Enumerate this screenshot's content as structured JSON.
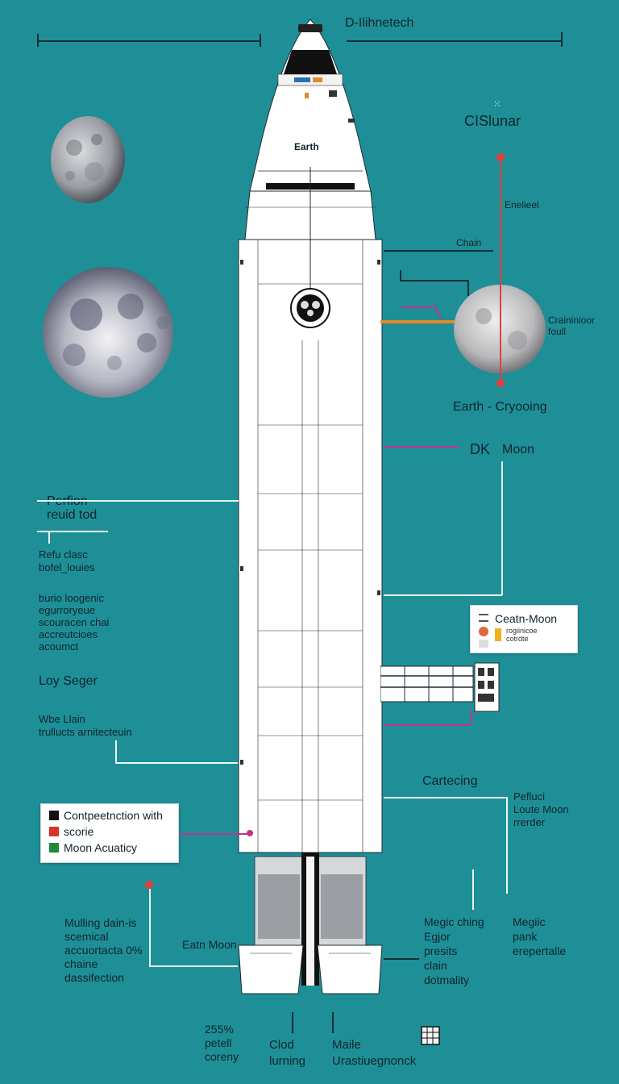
{
  "header": {
    "title": "D-Ilihnetech"
  },
  "rocket": {
    "nose_label": "Earth",
    "engine_label": "Eatn Moon"
  },
  "right_labels": {
    "cislunar": "CISlunar",
    "enelieel": "Enelieel",
    "chain": "Chain",
    "orbit_note": "Craininioor foull",
    "earth_cryo": "Earth - Cryooing",
    "dk": "DK",
    "moon": "Moon",
    "cartecing": "Cartecing",
    "peflud": "Pefluci\nLoute Moon\nrrerder",
    "megic_ching": "Megic ching\nEgjor\npresits\nclain\ndotmality",
    "megic_pank": "Megiic\npank\nerepertalle"
  },
  "right_legend": {
    "title": "Ceatn-Moon",
    "subtitle": "rogiinicoe\ncotrdte"
  },
  "left_labels": {
    "perfion": "Perfion\nreuid tod",
    "refu": "Refu clasc\nbofel_louies",
    "burio": "burio loogenic\negurroryeue\nscouracen chai\naccreutcioes\nacoumct",
    "loy": "Loy Seger",
    "wbe": "Wbe Llain\ntrullucts arnitecteuin",
    "mulling": "Mulling dain-is\nscemical\naccuortacta 0%\nchaine\ndassifection"
  },
  "left_legend": {
    "items": [
      {
        "label": "Contpeetnction with",
        "color": "#111111"
      },
      {
        "label": "scorie",
        "color": "#d8332a"
      },
      {
        "label": "Moon Acuaticy",
        "color": "#1f8b3a"
      }
    ]
  },
  "bottom_labels": {
    "pct": "255%\npetell\ncoreny",
    "clod": "Clod\nlurning",
    "maile": "Maile\nUrastiuegnonck"
  },
  "colors": {
    "background": "#1e8f97",
    "rocket_body": "#ffffff",
    "accent_orange": "#e08a2a",
    "accent_red": "#e0403c",
    "accent_magenta": "#c0358a"
  }
}
